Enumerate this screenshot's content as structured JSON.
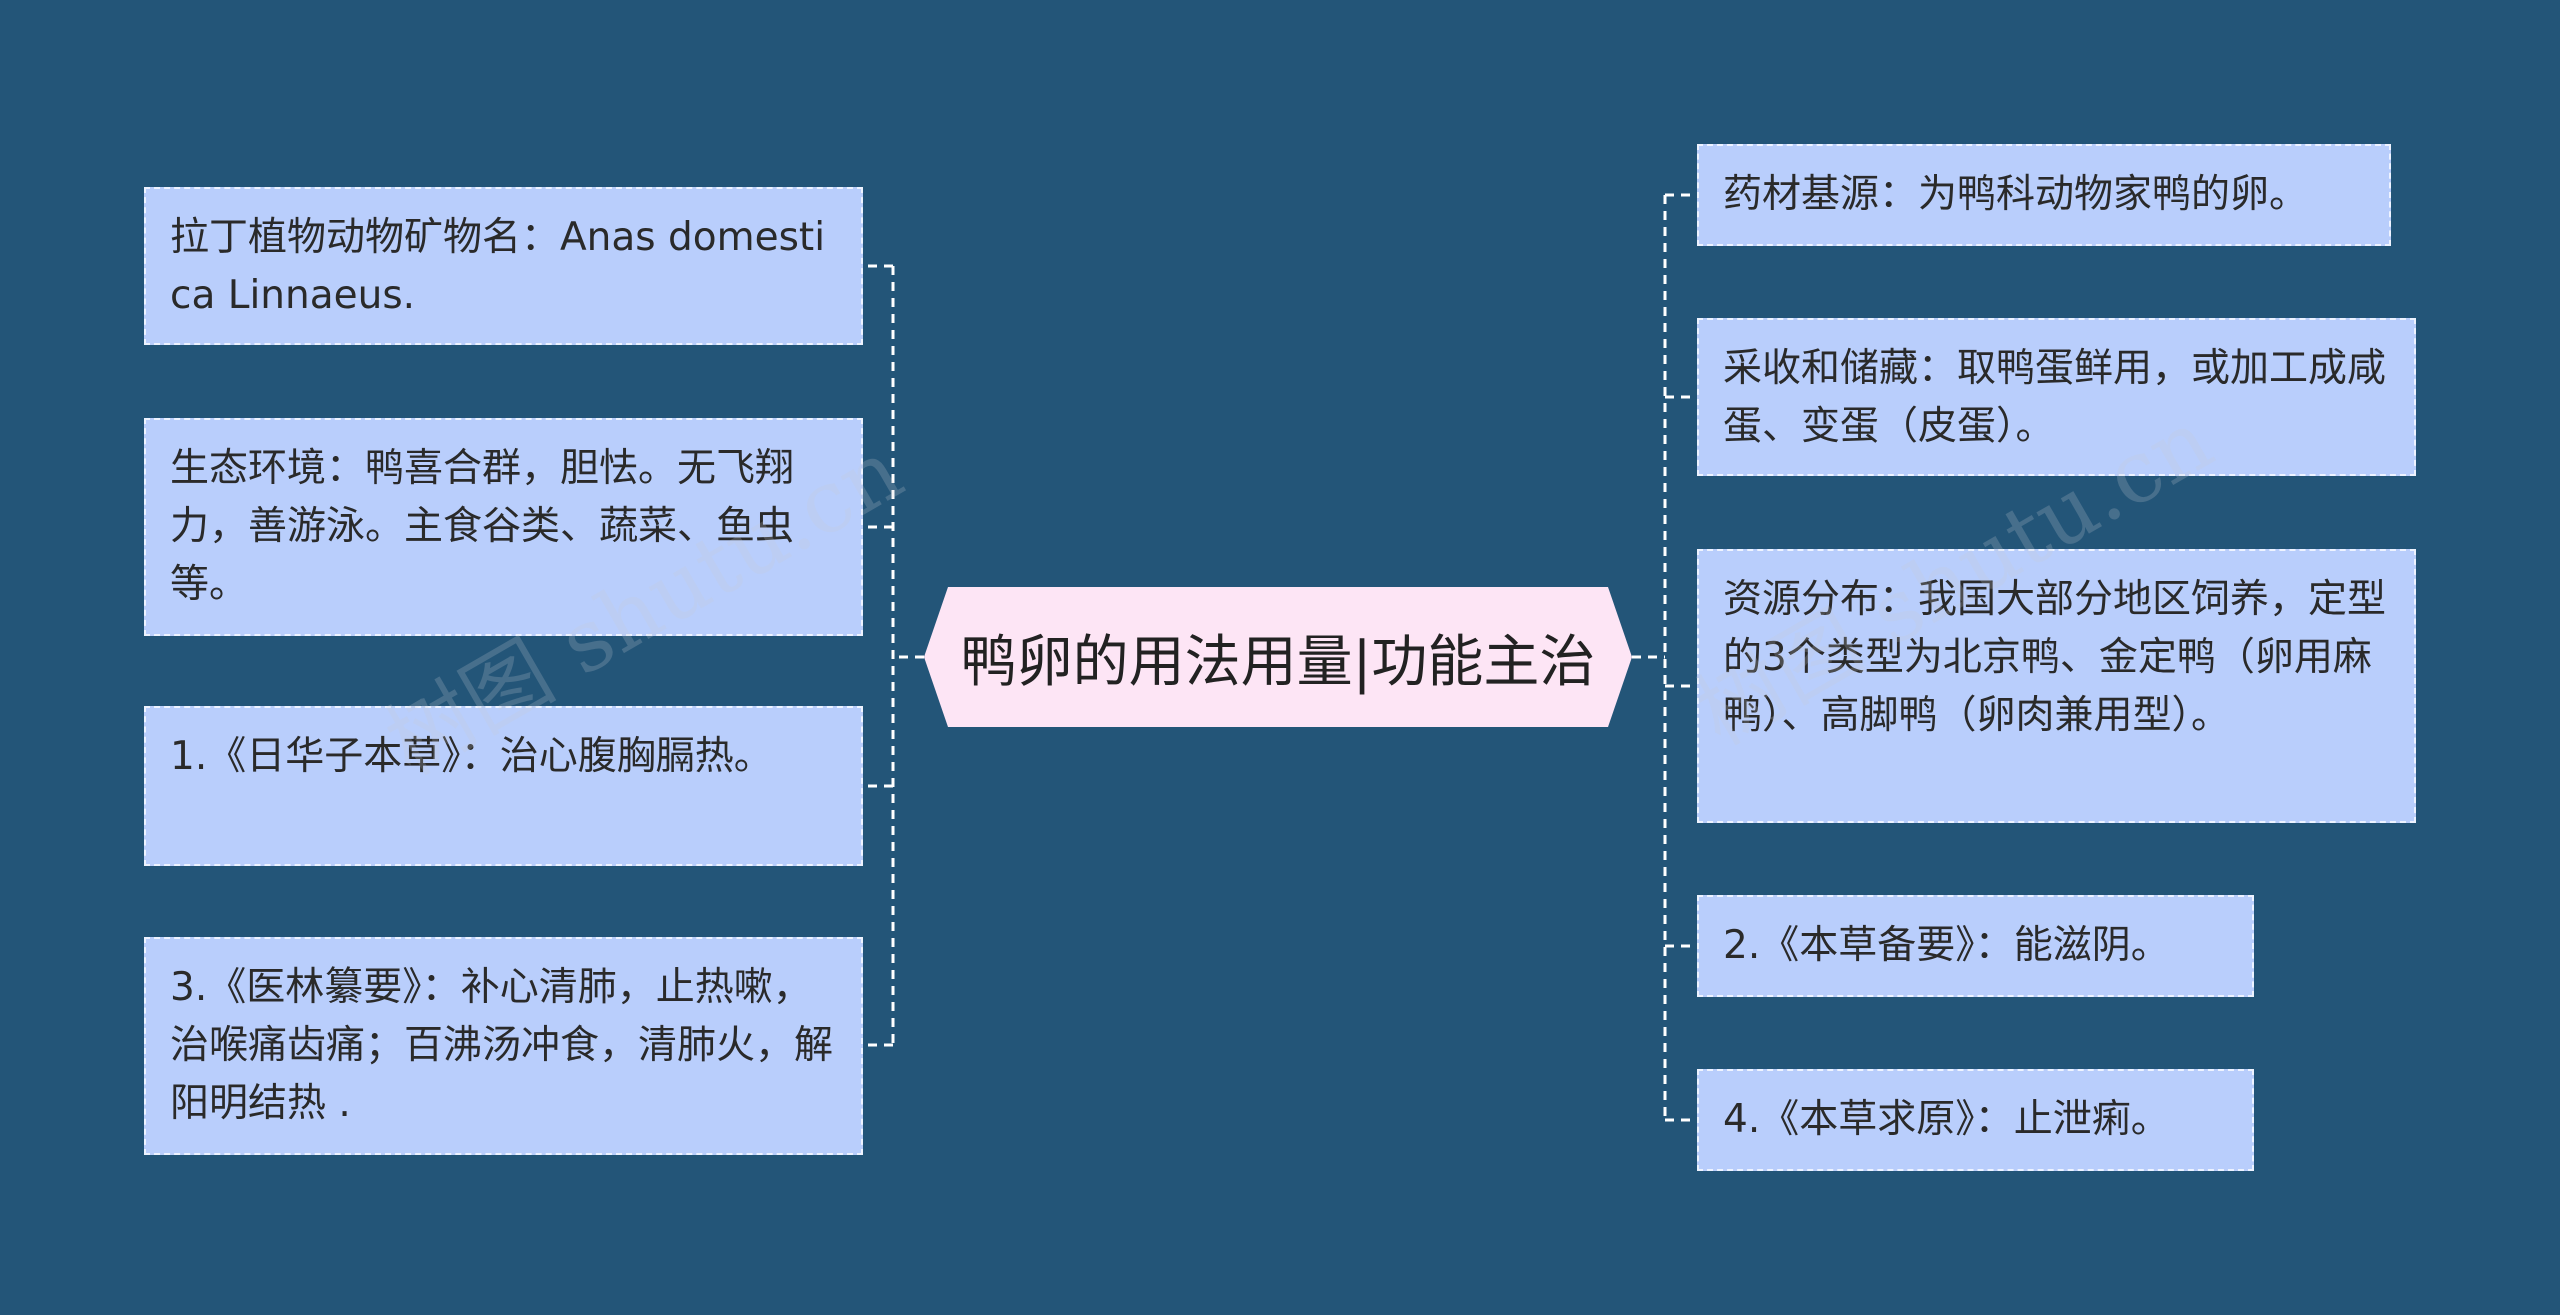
{
  "center": {
    "title": "鸭卵的用法用量|功能主治"
  },
  "left_nodes": [
    {
      "text": "拉丁植物动物矿物名：Anas domestica Linnaeus."
    },
    {
      "text": "生态环境：鸭喜合群，胆怯。无飞翔力，善游泳。主食谷类、蔬菜、鱼虫等。"
    },
    {
      "text": "1.《日华子本草》：治心腹胸膈热。"
    },
    {
      "text": "3.《医林纂要》：补心清肺，止热嗽，治喉痛齿痛；百沸汤冲食，清肺火，解阳明结热 ."
    }
  ],
  "right_nodes": [
    {
      "text": "药材基源：为鸭科动物家鸭的卵。"
    },
    {
      "text": "采收和储藏：取鸭蛋鲜用，或加工成咸蛋、变蛋（皮蛋）。"
    },
    {
      "text": "资源分布：我国大部分地区饲养，定型的3个类型为北京鸭、金定鸭（卵用麻鸭）、高脚鸭（卵肉兼用型）。"
    },
    {
      "text": "2.《本草备要》：能滋阴。"
    },
    {
      "text": "4.《本草求原》：止泄痢。"
    }
  ],
  "watermarks": [
    "树图 shutu.cn",
    "树图 shutu.cn"
  ],
  "colors": {
    "background": "#235578",
    "node_fill": "#b9cefc",
    "center_fill": "#fde5f5",
    "connector": "#ffffff"
  }
}
